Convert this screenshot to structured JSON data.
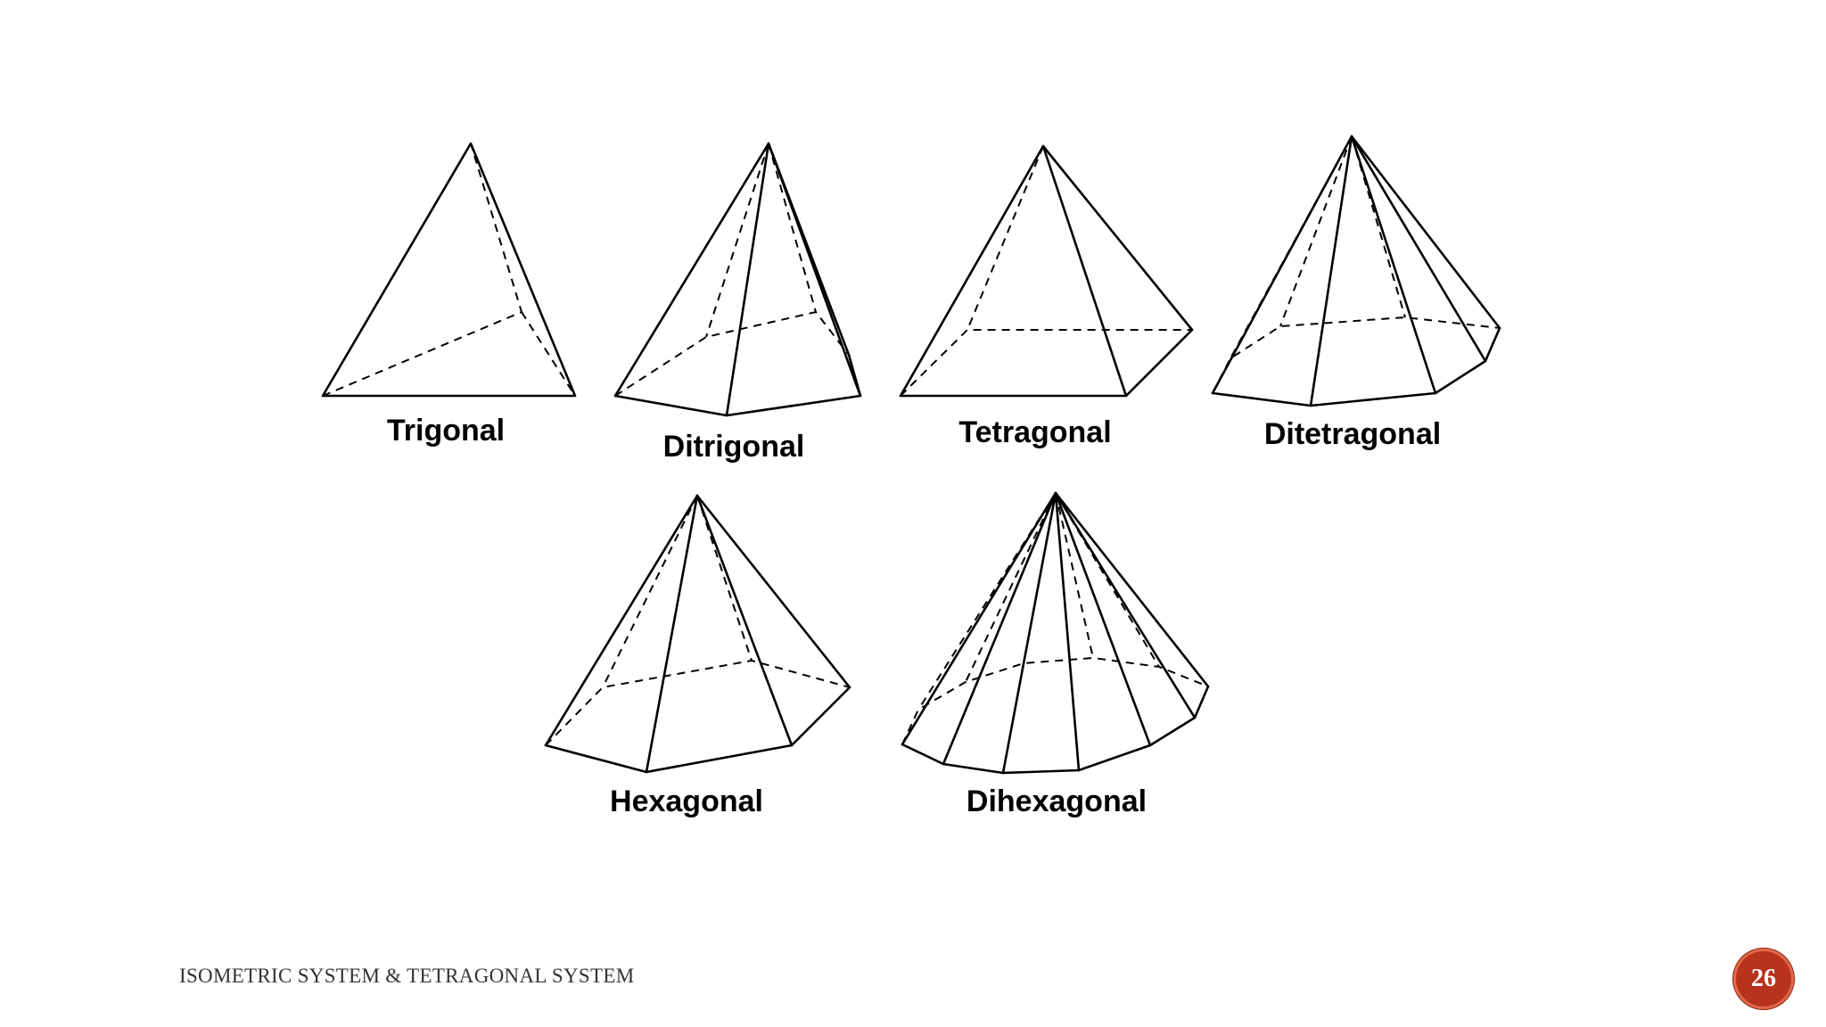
{
  "slide": {
    "footer_text": "ISOMETRIC SYSTEM & TETRAGONAL SYSTEM",
    "page_number": "26",
    "accent_color": "#b8321e"
  },
  "figure": {
    "labels": {
      "trigonal": "Trigonal",
      "ditrigonal": "Ditrigonal",
      "tetragonal": "Tetragonal",
      "ditetragonal": "Ditetragonal",
      "hexagonal": "Hexagonal",
      "dihexagonal": "Dihexagonal"
    }
  }
}
